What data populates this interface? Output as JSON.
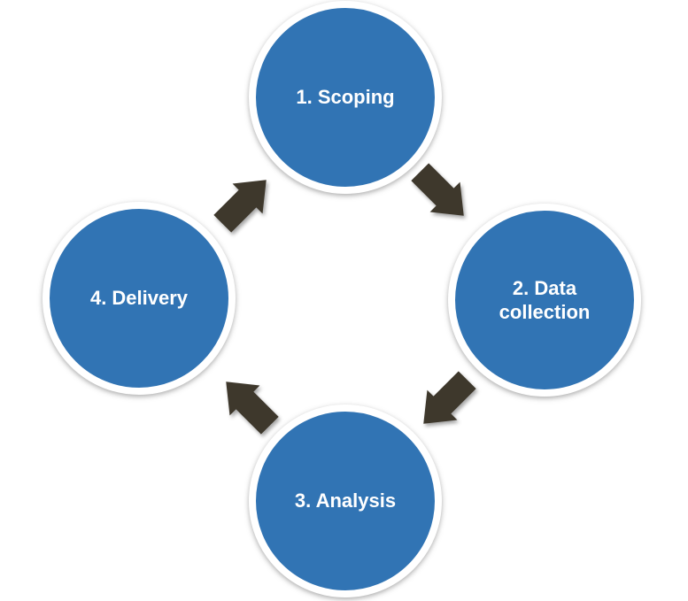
{
  "diagram": {
    "type": "cycle",
    "flow": "clockwise",
    "steps": [
      {
        "order": 1,
        "label": "1. Scoping"
      },
      {
        "order": 2,
        "label": "2. Data collection"
      },
      {
        "order": 3,
        "label": "3. Analysis"
      },
      {
        "order": 4,
        "label": "4. Delivery"
      }
    ],
    "colors": {
      "circle_fill": "#3174B4",
      "circle_ring": "#FFFFFF",
      "arrow_fill": "#3E382C",
      "label_text": "#FFFFFF",
      "background": "#FFFFFF"
    }
  }
}
